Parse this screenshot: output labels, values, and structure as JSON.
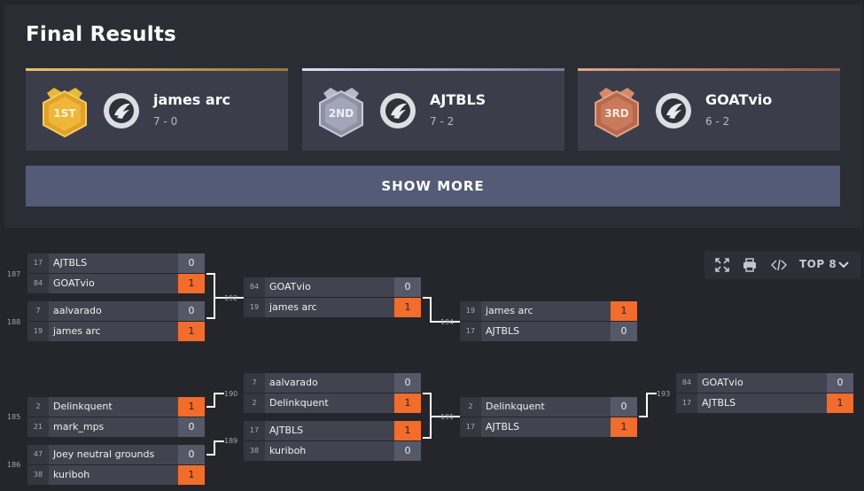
{
  "final_results": {
    "title": "Final Results",
    "podium": [
      {
        "place": "1ST",
        "name": "james arc",
        "record": "7 - 0",
        "accent": "#c9a64b"
      },
      {
        "place": "2ND",
        "name": "AJTBLS",
        "record": "7 - 2",
        "accent": "#9b9db3"
      },
      {
        "place": "3RD",
        "name": "GOATvio",
        "record": "6 - 2",
        "accent": "#c8866a"
      }
    ],
    "show_more_label": "SHOW MORE"
  },
  "toolbar": {
    "icons": [
      "expand-icon",
      "print-icon",
      "embed-code-icon"
    ],
    "top_label": "TOP 8"
  },
  "bracket": {
    "win_color": "#f26c2b",
    "matches": [
      {
        "id": "187",
        "players": [
          {
            "seed": "17",
            "name": "AJTBLS",
            "score": "0",
            "win": false
          },
          {
            "seed": "84",
            "name": "GOATvio",
            "score": "1",
            "win": true
          }
        ]
      },
      {
        "id": "188",
        "players": [
          {
            "seed": "7",
            "name": "aalvarado",
            "score": "0",
            "win": false
          },
          {
            "seed": "19",
            "name": "james arc",
            "score": "1",
            "win": true
          }
        ]
      },
      {
        "id": "192",
        "players": [
          {
            "seed": "84",
            "name": "GOATvio",
            "score": "0",
            "win": false
          },
          {
            "seed": "19",
            "name": "james arc",
            "score": "1",
            "win": true
          }
        ]
      },
      {
        "id": "194",
        "players": [
          {
            "seed": "19",
            "name": "james arc",
            "score": "1",
            "win": true
          },
          {
            "seed": "17",
            "name": "AJTBLS",
            "score": "0",
            "win": false
          }
        ]
      },
      {
        "id": "185",
        "players": [
          {
            "seed": "2",
            "name": "Delinkquent",
            "score": "1",
            "win": true
          },
          {
            "seed": "21",
            "name": "mark_mps",
            "score": "0",
            "win": false
          }
        ]
      },
      {
        "id": "186",
        "players": [
          {
            "seed": "47",
            "name": "Joey neutral grounds",
            "score": "0",
            "win": false
          },
          {
            "seed": "38",
            "name": "kuriboh",
            "score": "1",
            "win": true
          }
        ]
      },
      {
        "id": "190",
        "players": [
          {
            "seed": "7",
            "name": "aalvarado",
            "score": "0",
            "win": false
          },
          {
            "seed": "2",
            "name": "Delinkquent",
            "score": "1",
            "win": true
          }
        ]
      },
      {
        "id": "189",
        "players": [
          {
            "seed": "17",
            "name": "AJTBLS",
            "score": "1",
            "win": true
          },
          {
            "seed": "38",
            "name": "kuriboh",
            "score": "0",
            "win": false
          }
        ]
      },
      {
        "id": "191",
        "players": [
          {
            "seed": "2",
            "name": "Delinkquent",
            "score": "0",
            "win": false
          },
          {
            "seed": "17",
            "name": "AJTBLS",
            "score": "1",
            "win": true
          }
        ]
      },
      {
        "id": "193",
        "players": [
          {
            "seed": "84",
            "name": "GOATvio",
            "score": "0",
            "win": false
          },
          {
            "seed": "17",
            "name": "AJTBLS",
            "score": "1",
            "win": true
          }
        ]
      }
    ]
  }
}
